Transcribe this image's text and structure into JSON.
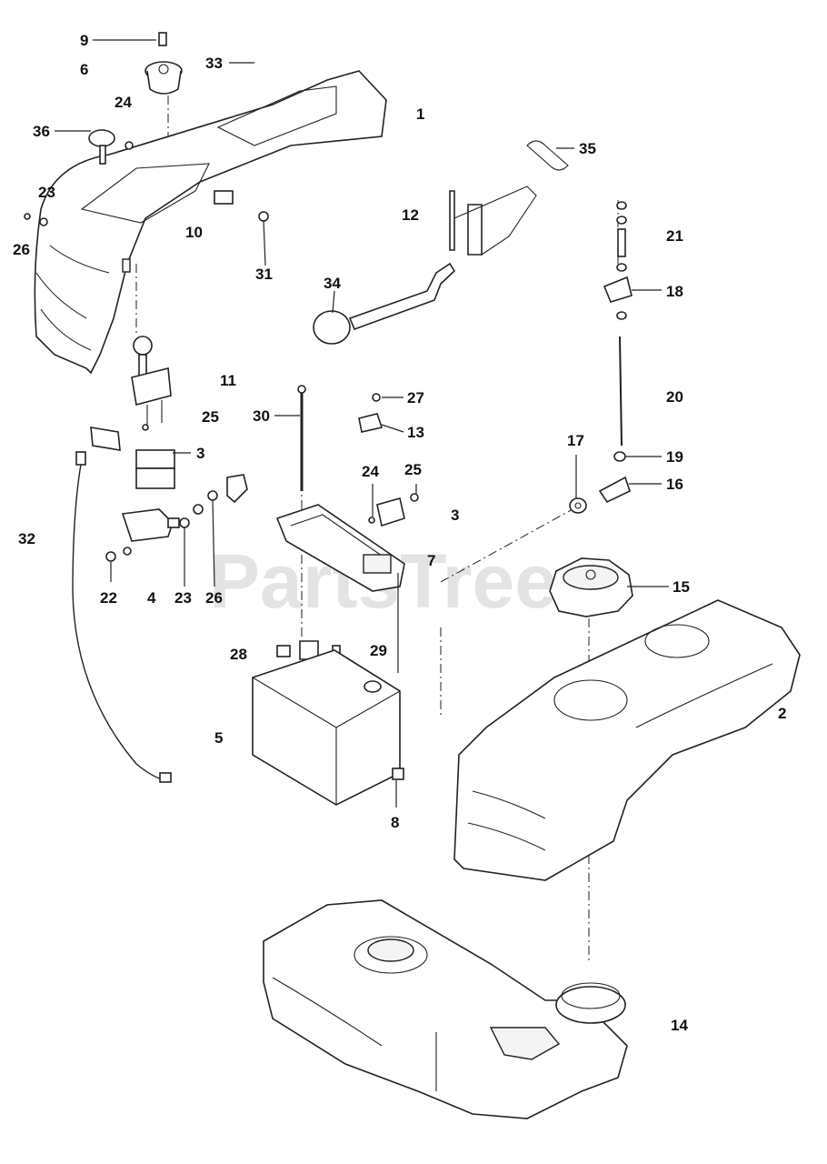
{
  "watermark": "PartsTree",
  "callouts": [
    "1",
    "2",
    "3",
    "3",
    "4",
    "5",
    "6",
    "7",
    "8",
    "9",
    "10",
    "11",
    "12",
    "13",
    "14",
    "15",
    "16",
    "17",
    "18",
    "19",
    "20",
    "21",
    "22",
    "23",
    "23",
    "24",
    "24",
    "25",
    "25",
    "26",
    "26",
    "27",
    "28",
    "29",
    "30",
    "31",
    "32",
    "33",
    "34",
    "35",
    "36"
  ]
}
